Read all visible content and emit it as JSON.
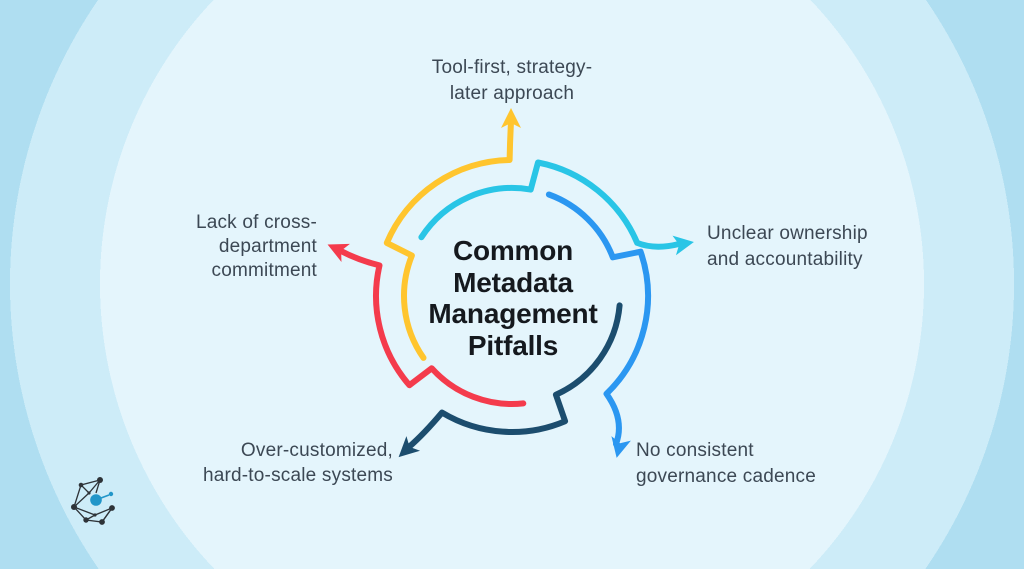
{
  "title": {
    "text": "Common Metadata Management Pitfalls",
    "lines": [
      "Common",
      "Metadata",
      "Management",
      "Pitfalls"
    ]
  },
  "pitfalls": [
    {
      "position": "top",
      "color_name": "yellow",
      "color": "#FFC52E",
      "lines": [
        "Tool-first, strategy-",
        "later approach"
      ]
    },
    {
      "position": "right",
      "color_name": "cyan",
      "color": "#29C5E6",
      "lines": [
        "Unclear ownership",
        "and accountability"
      ]
    },
    {
      "position": "bottom-right",
      "color_name": "blue",
      "color": "#2B97F1",
      "lines": [
        "No consistent",
        "governance cadence"
      ]
    },
    {
      "position": "bottom-left",
      "color_name": "navy",
      "color": "#1C4D6E",
      "lines": [
        "Over-customized,",
        "hard-to-scale systems"
      ]
    },
    {
      "position": "left",
      "color_name": "red",
      "color": "#F43B4C",
      "lines": [
        "Lack of cross-",
        "department",
        "commitment"
      ]
    }
  ],
  "colors": {
    "yellow": "#FFC52E",
    "cyan": "#29C5E6",
    "blue": "#2B97F1",
    "navy": "#1C4D6E",
    "red": "#F43B4C",
    "bg_outer": "#AFDEF1",
    "bg_mid": "#CDECF8",
    "bg_inner": "#E4F5FC",
    "title_text": "#15191E",
    "label_text": "#3C4854",
    "logo_dark": "#2E3338",
    "logo_blue": "#2196C9"
  },
  "logo": {
    "name": "network-graph-logo"
  }
}
